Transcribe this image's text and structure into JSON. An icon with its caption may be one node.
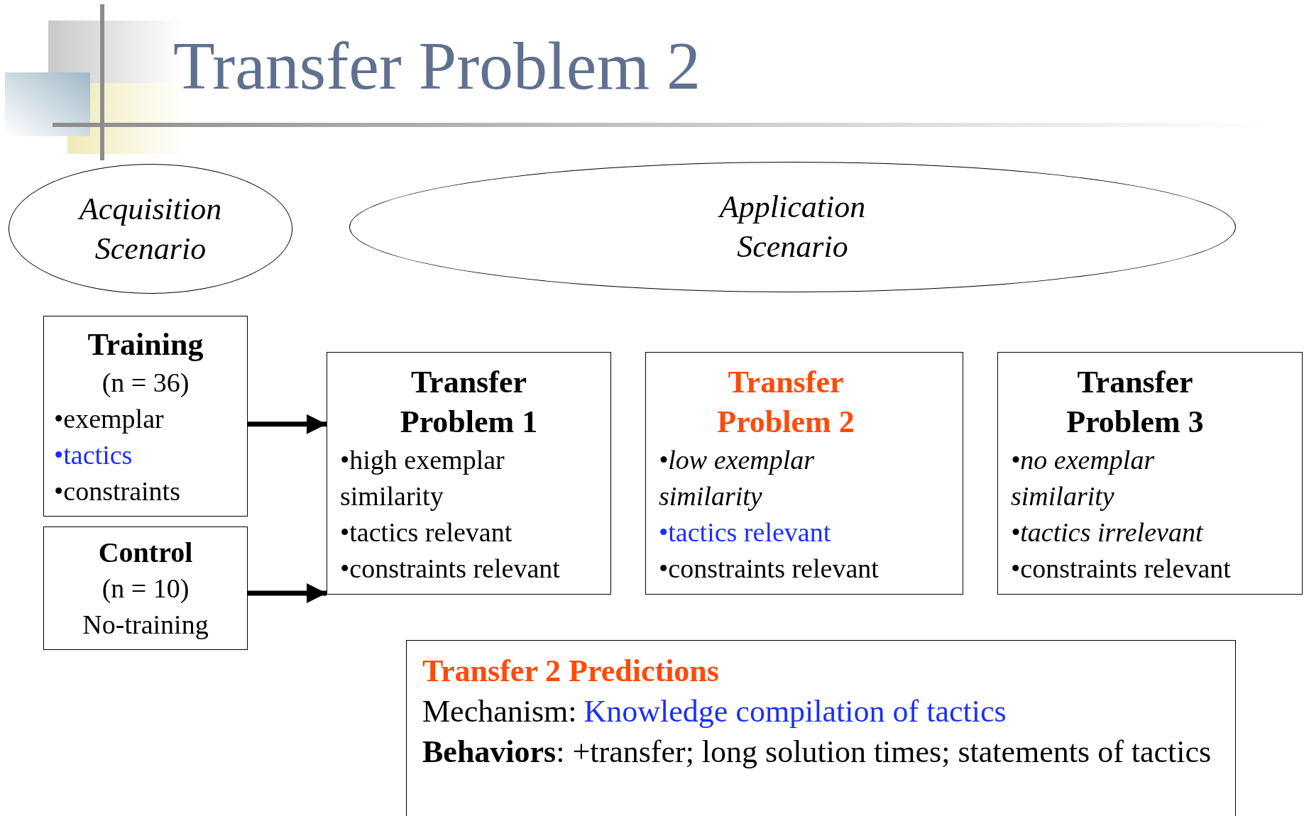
{
  "diagram": {
    "title": "Transfer Problem 2",
    "nodes": [
      {
        "text": [
          "Acquisition Scenario"
        ]
      },
      {
        "text": [
          "Application Scenario"
        ]
      },
      {
        "text": [
          "Training",
          "(n = 36)",
          "•exemplar",
          "•tactics",
          "•constraints"
        ]
      },
      {
        "text": [
          "Control",
          "(n = 10)",
          "No-training"
        ]
      },
      {
        "text": [
          "Transfer Problem 1",
          "•high exemplar similarity",
          "•tactics relevant",
          "•constraints relevant"
        ]
      },
      {
        "text": [
          "Transfer Problem 2",
          "•low exemplar similarity",
          "•tactics relevant",
          "•constraints relevant"
        ]
      },
      {
        "text": [
          "Transfer Problem 3",
          "•no exemplar similarity",
          "•tactics irrelevant",
          "•constraints relevant"
        ]
      },
      {
        "text": [
          "Transfer 2 Predictions",
          "Mechanism:",
          "Knowledge compilation of tactics",
          "**Behaviors**: +transfer; long solution times; statements of tactics"
        ]
      }
    ],
    "edges": [
      {
        "from": 2,
        "to": 4,
        "arrow": "to"
      },
      {
        "from": 3,
        "to": 4,
        "arrow": "to"
      }
    ]
  }
}
